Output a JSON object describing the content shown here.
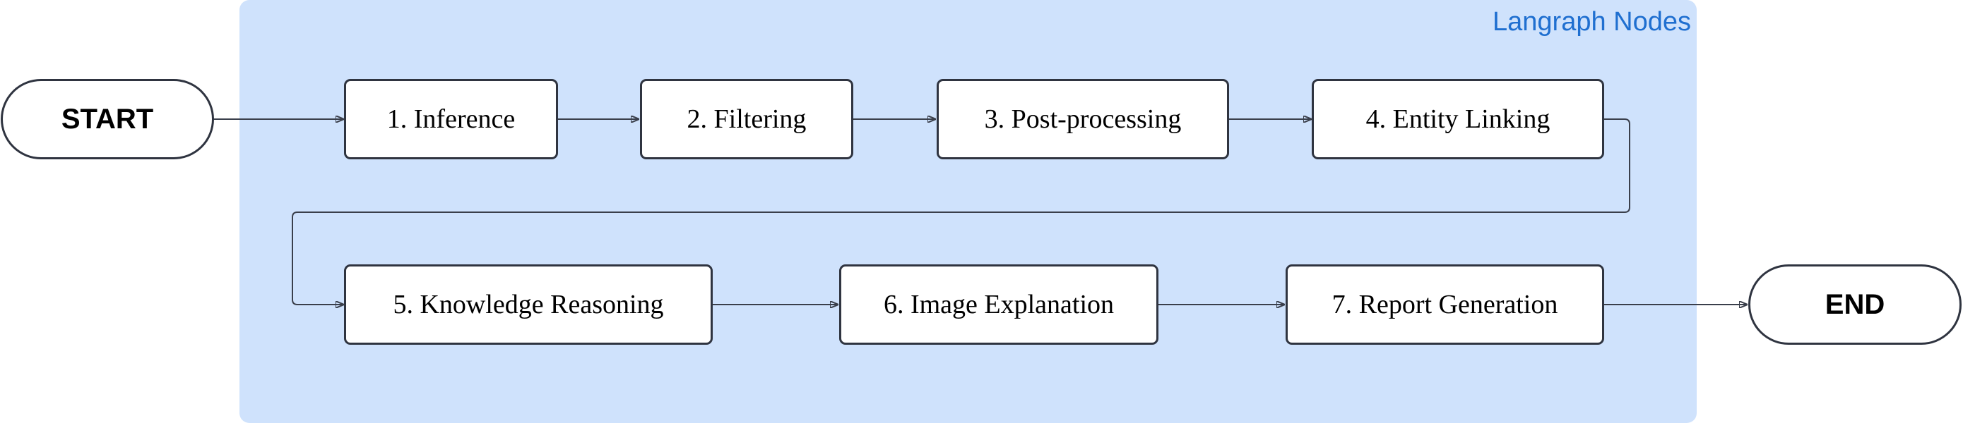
{
  "group": {
    "label": "Langraph Nodes"
  },
  "start": {
    "label": "START"
  },
  "end": {
    "label": "END"
  },
  "nodes": [
    {
      "label": "1. Inference"
    },
    {
      "label": "2. Filtering"
    },
    {
      "label": "3. Post-processing"
    },
    {
      "label": "4. Entity Linking"
    },
    {
      "label": "5. Knowledge Reasoning"
    },
    {
      "label": "6. Image Explanation"
    },
    {
      "label": "7. Report Generation"
    }
  ],
  "edges": [
    [
      "start",
      "node-1"
    ],
    [
      "node-1",
      "node-2"
    ],
    [
      "node-2",
      "node-3"
    ],
    [
      "node-3",
      "node-4"
    ],
    [
      "node-4",
      "node-5"
    ],
    [
      "node-5",
      "node-6"
    ],
    [
      "node-6",
      "node-7"
    ],
    [
      "node-7",
      "end"
    ]
  ],
  "colors": {
    "group_fill": "#cfe2fc",
    "group_label": "#1f6fd0",
    "stroke": "#2f3440"
  }
}
